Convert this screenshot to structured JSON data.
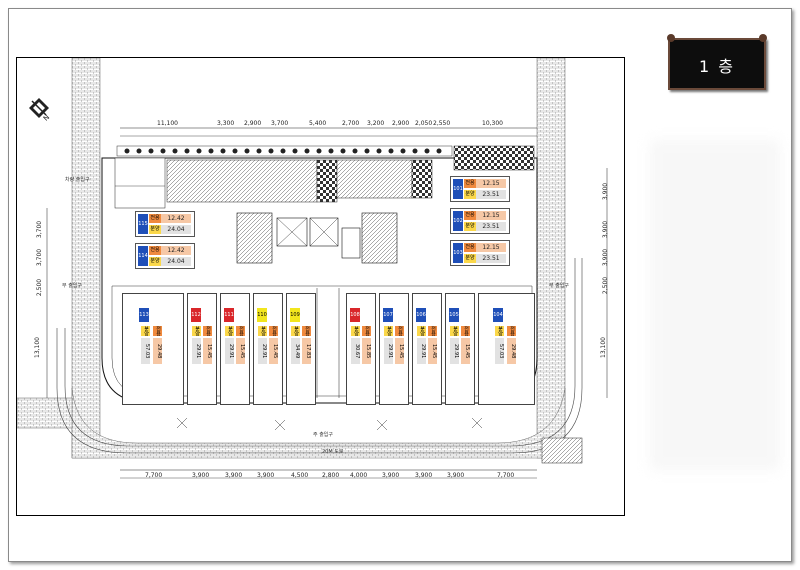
{
  "floor_label": "1 층",
  "colors": {
    "blue": "#1f4fb8",
    "red": "#d9262a",
    "yellow": "#f2e61d",
    "orange_tag": "#f08a3e",
    "orange_value": "#f6c8a6",
    "grey_value": "#e2e2e2",
    "yellow_tag": "#fbd84a"
  },
  "north_label": "N",
  "top_dimensions": [
    "11,100",
    "3,300",
    "2,900",
    "3,700",
    "5,400",
    "2,700",
    "3,200",
    "2,900",
    "2,050",
    "2,550",
    "10,300"
  ],
  "bottom_dimensions": [
    "7,700",
    "3,900",
    "3,900",
    "3,900",
    "4,500",
    "2,800",
    "4,000",
    "3,900",
    "3,900",
    "3,900",
    "7,700"
  ],
  "left_dimensions": [
    "3,700",
    "3,700",
    "2,500",
    "13,100"
  ],
  "right_dimensions": [
    "3,900",
    "3,900",
    "3,900",
    "2,500",
    "13,100"
  ],
  "labels": {
    "left_entrance": "차량 출입구",
    "side_entrance_left": "부 출입구",
    "side_entrance_right": "부 출입구",
    "main_entrance": "주 출입구",
    "road_label": "20M 도로"
  },
  "units_right": [
    {
      "num": "101",
      "row1_tag": "전용",
      "row1_val": "12.15",
      "row2_tag": "분양",
      "row2_val": "23.51",
      "color": "blue"
    },
    {
      "num": "102",
      "row1_tag": "전용",
      "row1_val": "12.15",
      "row2_tag": "분양",
      "row2_val": "23.51",
      "color": "blue"
    },
    {
      "num": "103",
      "row1_tag": "전용",
      "row1_val": "12.15",
      "row2_tag": "분양",
      "row2_val": "23.51",
      "color": "blue"
    }
  ],
  "units_left": [
    {
      "num": "115",
      "row1_tag": "전용",
      "row1_val": "12.42",
      "row2_tag": "분양",
      "row2_val": "24.04",
      "color": "blue"
    },
    {
      "num": "114",
      "row1_tag": "전용",
      "row1_val": "12.42",
      "row2_tag": "분양",
      "row2_val": "24.04",
      "color": "blue"
    }
  ],
  "units_bottom": [
    {
      "num": "113",
      "tag1": "전용",
      "val1": "29.48",
      "tag2": "분양",
      "val2": "57.03",
      "color": "blue"
    },
    {
      "num": "112",
      "tag1": "전용",
      "val1": "15.45",
      "tag2": "분양",
      "val2": "29.91",
      "color": "red"
    },
    {
      "num": "111",
      "tag1": "전용",
      "val1": "15.45",
      "tag2": "분양",
      "val2": "29.91",
      "color": "red"
    },
    {
      "num": "110",
      "tag1": "전용",
      "val1": "15.45",
      "tag2": "분양",
      "val2": "29.91",
      "color": "yellow"
    },
    {
      "num": "109",
      "tag1": "전용",
      "val1": "17.83",
      "tag2": "분양",
      "val2": "34.49",
      "color": "yellow"
    },
    {
      "num": "108",
      "tag1": "전용",
      "val1": "15.85",
      "tag2": "분양",
      "val2": "30.67",
      "color": "red"
    },
    {
      "num": "107",
      "tag1": "전용",
      "val1": "15.45",
      "tag2": "분양",
      "val2": "29.91",
      "color": "blue"
    },
    {
      "num": "106",
      "tag1": "전용",
      "val1": "15.45",
      "tag2": "분양",
      "val2": "29.91",
      "color": "blue"
    },
    {
      "num": "105",
      "tag1": "전용",
      "val1": "15.45",
      "tag2": "분양",
      "val2": "29.91",
      "color": "blue"
    },
    {
      "num": "104",
      "tag1": "전용",
      "val1": "29.48",
      "tag2": "분양",
      "val2": "57.03",
      "color": "blue"
    }
  ]
}
